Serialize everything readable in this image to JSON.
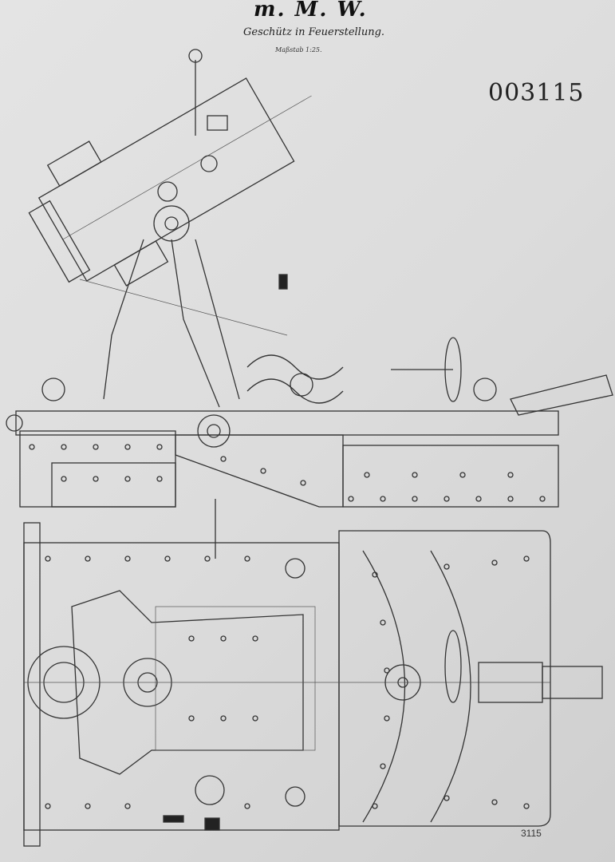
{
  "header": {
    "title": "m. M. W.",
    "subtitle": "Geschütz in Feuerstellung.",
    "scale": "Maßstab 1:25."
  },
  "document_number": "003115",
  "sheet_number": "3115"
}
